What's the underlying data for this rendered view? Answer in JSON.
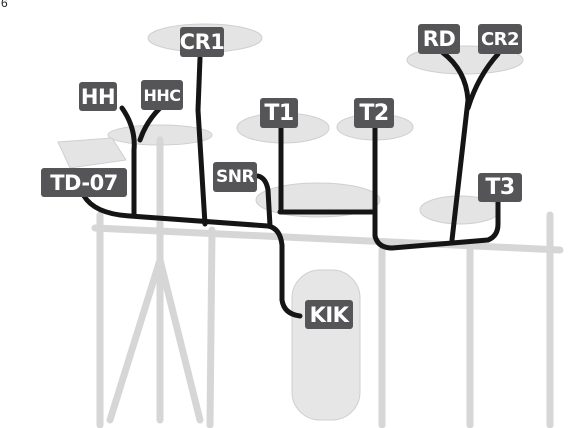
{
  "page_number": "6",
  "labels": {
    "cr1": "CR1",
    "hh": "HH",
    "hhc": "HHC",
    "t1": "T1",
    "t2": "T2",
    "rd": "RD",
    "cr2": "CR2",
    "snr": "SNR",
    "td07": "TD-07",
    "t3": "T3",
    "kik": "KIK"
  },
  "colors": {
    "label_bg": "#555557",
    "label_text": "#ffffff",
    "cable": "#151515",
    "hardware": "#d9d9d9"
  }
}
